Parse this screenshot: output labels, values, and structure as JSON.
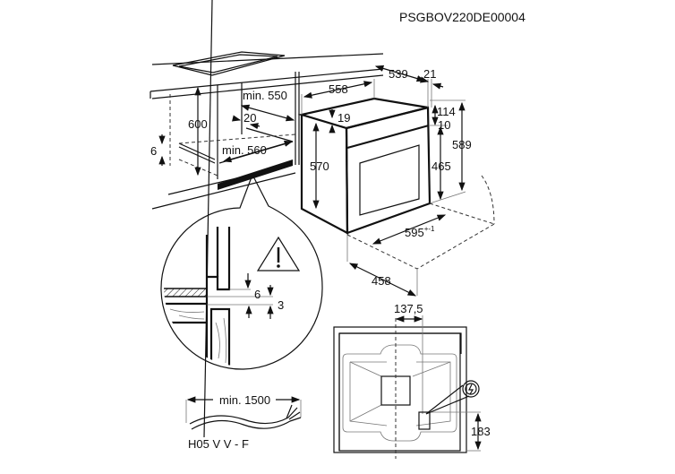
{
  "code": "PSGBOV220DE00004",
  "cabinet": {
    "height": "600",
    "depth": "min. 550",
    "gap": "20",
    "width": "min. 560",
    "offset": "6"
  },
  "oven": {
    "depth_total": "558",
    "depth_body": "539",
    "front": "21",
    "top": "19",
    "height_body": "570",
    "top_offset": "114",
    "offset": "10",
    "height_door": "465",
    "height_total": "589",
    "width": "595",
    "width_tol": "+-1",
    "depth_side": "458"
  },
  "detail": {
    "gap1": "6",
    "gap2": "3"
  },
  "cable": {
    "length": "min. 1500",
    "type": "H05 V V - F"
  },
  "rear": {
    "offset_x": "137,5",
    "offset_y": "183"
  }
}
